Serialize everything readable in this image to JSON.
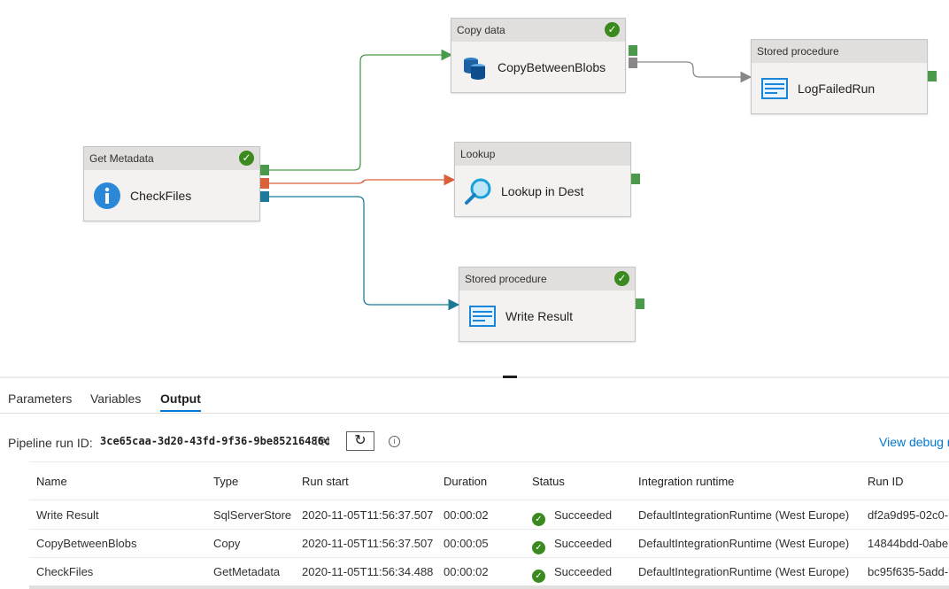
{
  "canvas": {
    "activities": [
      {
        "id": "copy",
        "type_label": "Copy data",
        "name": "CopyBetweenBlobs",
        "icon": "database-copy-icon",
        "succeeded": true
      },
      {
        "id": "logfailed",
        "type_label": "Stored procedure",
        "name": "LogFailedRun",
        "icon": "stored-procedure-icon",
        "succeeded": false
      },
      {
        "id": "getmeta",
        "type_label": "Get Metadata",
        "name": "CheckFiles",
        "icon": "info-icon",
        "succeeded": true
      },
      {
        "id": "lookup",
        "type_label": "Lookup",
        "name": "Lookup in Dest",
        "icon": "lookup-search-icon",
        "succeeded": false
      },
      {
        "id": "writeresult",
        "type_label": "Stored procedure",
        "name": "Write Result",
        "icon": "stored-procedure-icon",
        "succeeded": true
      }
    ],
    "colors": {
      "success": "#4b9a4b",
      "failure": "#d9603b",
      "completion": "#1f7a9a",
      "skipped": "#8a8886"
    }
  },
  "panel": {
    "tabs": [
      "Parameters",
      "Variables",
      "Output"
    ],
    "active_tab": "Output",
    "pipeline_run_label": "Pipeline run ID:",
    "pipeline_run_id": "3ce65caa-3d20-43fd-9f36-9be85216486c",
    "copy_icon": "copy-icon",
    "refresh_icon": "refresh-icon",
    "info_icon": "info-icon",
    "debug_link": "View debug r",
    "columns": [
      "Name",
      "Type",
      "Run start",
      "Duration",
      "Status",
      "Integration runtime",
      "Run ID"
    ],
    "rows": [
      {
        "name": "Write Result",
        "type": "SqlServerStore",
        "run_start": "2020-11-05T11:56:37.507",
        "duration": "00:00:02",
        "status": "Succeeded",
        "runtime": "DefaultIntegrationRuntime (West Europe)",
        "run_id": "df2a9d95-02c0-"
      },
      {
        "name": "CopyBetweenBlobs",
        "type": "Copy",
        "run_start": "2020-11-05T11:56:37.507",
        "duration": "00:00:05",
        "status": "Succeeded",
        "runtime": "DefaultIntegrationRuntime (West Europe)",
        "run_id": "14844bdd-0abe"
      },
      {
        "name": "CheckFiles",
        "type": "GetMetadata",
        "run_start": "2020-11-05T11:56:34.488",
        "duration": "00:00:02",
        "status": "Succeeded",
        "runtime": "DefaultIntegrationRuntime (West Europe)",
        "run_id": "bc95f635-5add-"
      }
    ]
  }
}
